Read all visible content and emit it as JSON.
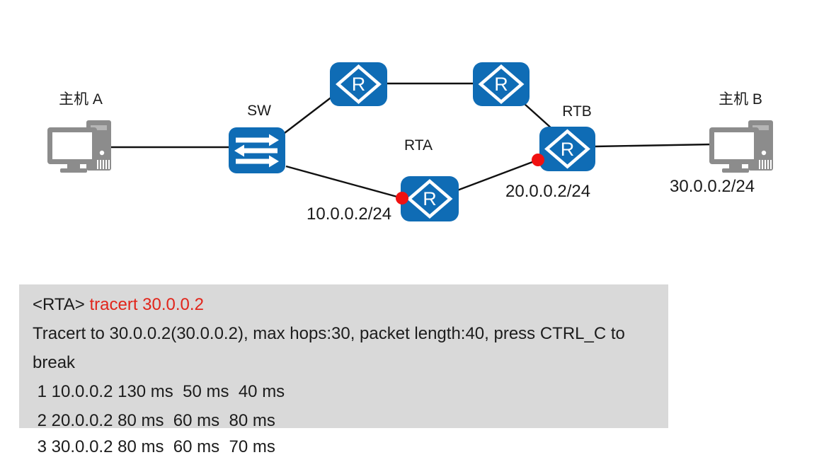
{
  "diagram": {
    "nodes": {
      "host_a": {
        "label": "主机 A"
      },
      "sw": {
        "label": "SW"
      },
      "rta": {
        "label": "RTA"
      },
      "rtb": {
        "label": "RTB"
      },
      "host_b": {
        "label": "主机 B"
      }
    },
    "ip_labels": {
      "rta_interface": "10.0.0.2/24",
      "rtb_interface": "20.0.0.2/24",
      "host_b_interface": "30.0.0.2/24"
    },
    "router_letter": "R"
  },
  "terminal": {
    "prompt": "<RTA> ",
    "command": "tracert 30.0.0.2",
    "line_info": "Tracert to 30.0.0.2(30.0.0.2), max hops:30, packet length:40, press CTRL_C to",
    "line_break_word": "break",
    "hops": [
      " 1 10.0.0.2 130 ms  50 ms  40 ms",
      " 2 20.0.0.2 80 ms  60 ms  80 ms",
      " 3 30.0.0.2 80 ms  60 ms  70 ms"
    ]
  },
  "colors": {
    "node_blue": "#0f6cb5",
    "dot_red": "#f01111",
    "command_red": "#e1251b",
    "terminal_bg": "#d9d9d9",
    "pc_gray": "#8c8c8c",
    "link_black": "#111111"
  }
}
